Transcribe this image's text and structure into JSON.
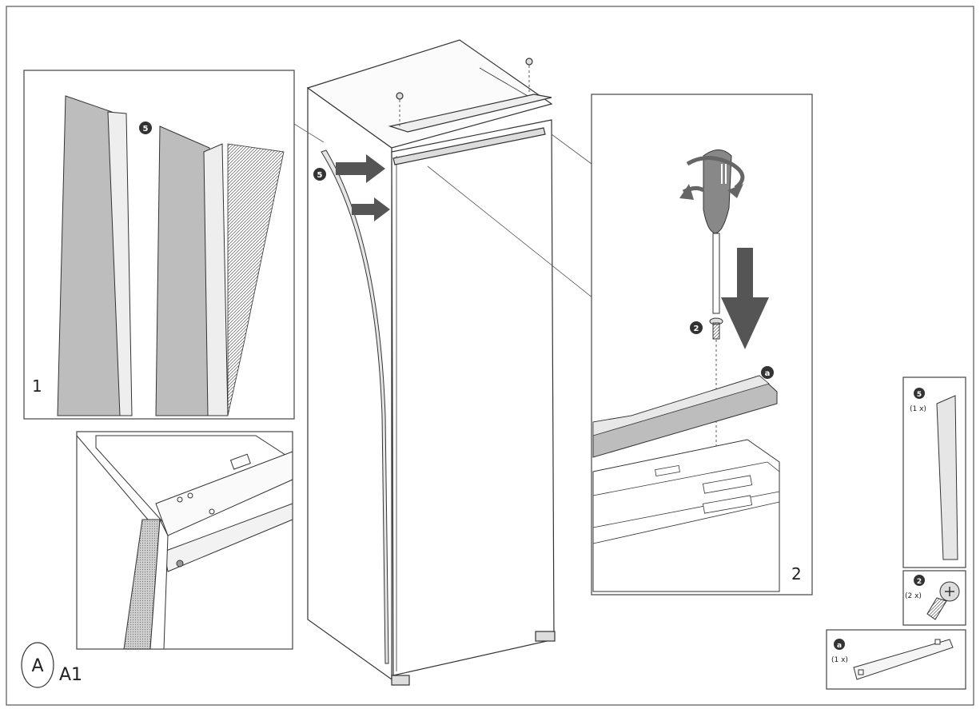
{
  "page_label": "A1",
  "callouts": {
    "part5": "5",
    "screw": "2",
    "bracket": "a"
  },
  "insets": {
    "inset1_number": "1",
    "inset2_number": "2"
  },
  "parts_list": [
    {
      "id": "5",
      "qty": "(1 x)"
    },
    {
      "id": "2",
      "qty": "(2 x)"
    },
    {
      "id": "a",
      "qty": "(1 x)"
    }
  ],
  "colors": {
    "line": "#333333",
    "panel_fill": "#bdbdbd",
    "arrow": "#555555",
    "badge": "#333333"
  }
}
